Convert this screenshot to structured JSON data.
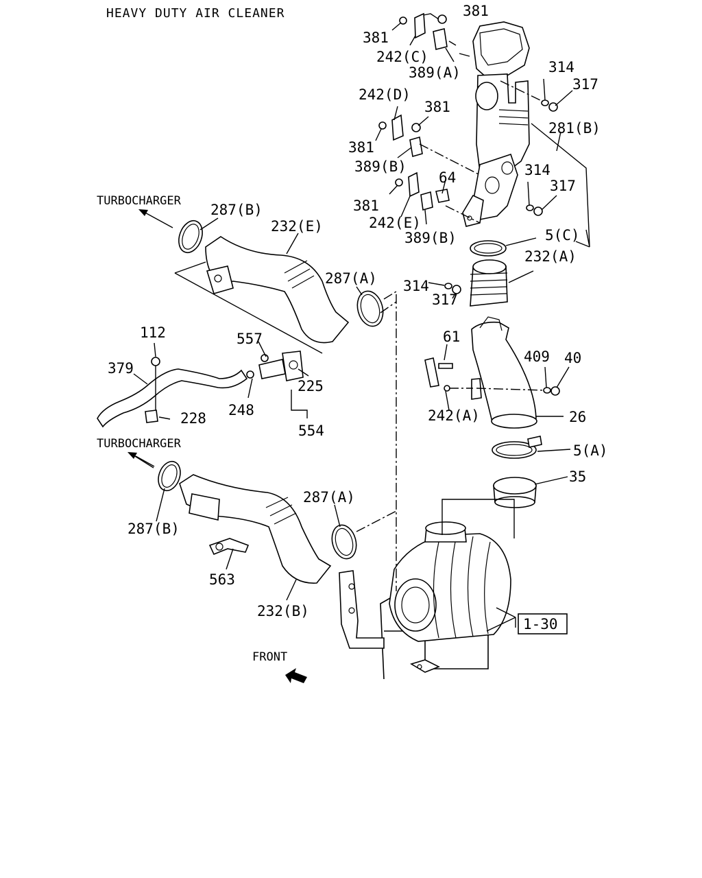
{
  "title": "HEAVY DUTY AIR CLEANER",
  "annotations": {
    "turbocharger_top": "TURBOCHARGER",
    "turbocharger_bottom": "TURBOCHARGER",
    "front": "FRONT"
  },
  "reference_box": "1-30",
  "labels": {
    "l_381_a": "381",
    "l_381_b": "381",
    "l_242c": "242(C)",
    "l_389a": "389(A)",
    "l_314_a": "314",
    "l_317_a": "317",
    "l_242d": "242(D)",
    "l_381_c": "381",
    "l_381_d": "381",
    "l_281b": "281(B)",
    "l_389b_a": "389(B)",
    "l_64": "64",
    "l_314_b": "314",
    "l_317_b": "317",
    "l_381_e": "381",
    "l_242e": "242(E)",
    "l_389b_b": "389(B)",
    "l_5c": "5(C)",
    "l_232a": "232(A)",
    "l_314_c": "314",
    "l_317_c": "317",
    "l_287b_a": "287(B)",
    "l_232e": "232(E)",
    "l_287a_a": "287(A)",
    "l_112": "112",
    "l_557": "557",
    "l_379": "379",
    "l_225": "225",
    "l_248": "248",
    "l_228": "228",
    "l_554": "554",
    "l_61": "61",
    "l_409": "409",
    "l_40": "40",
    "l_242a": "242(A)",
    "l_26": "26",
    "l_5a": "5(A)",
    "l_35": "35",
    "l_287a_b": "287(A)",
    "l_287b_b": "287(B)",
    "l_563": "563",
    "l_232b": "232(B)"
  }
}
